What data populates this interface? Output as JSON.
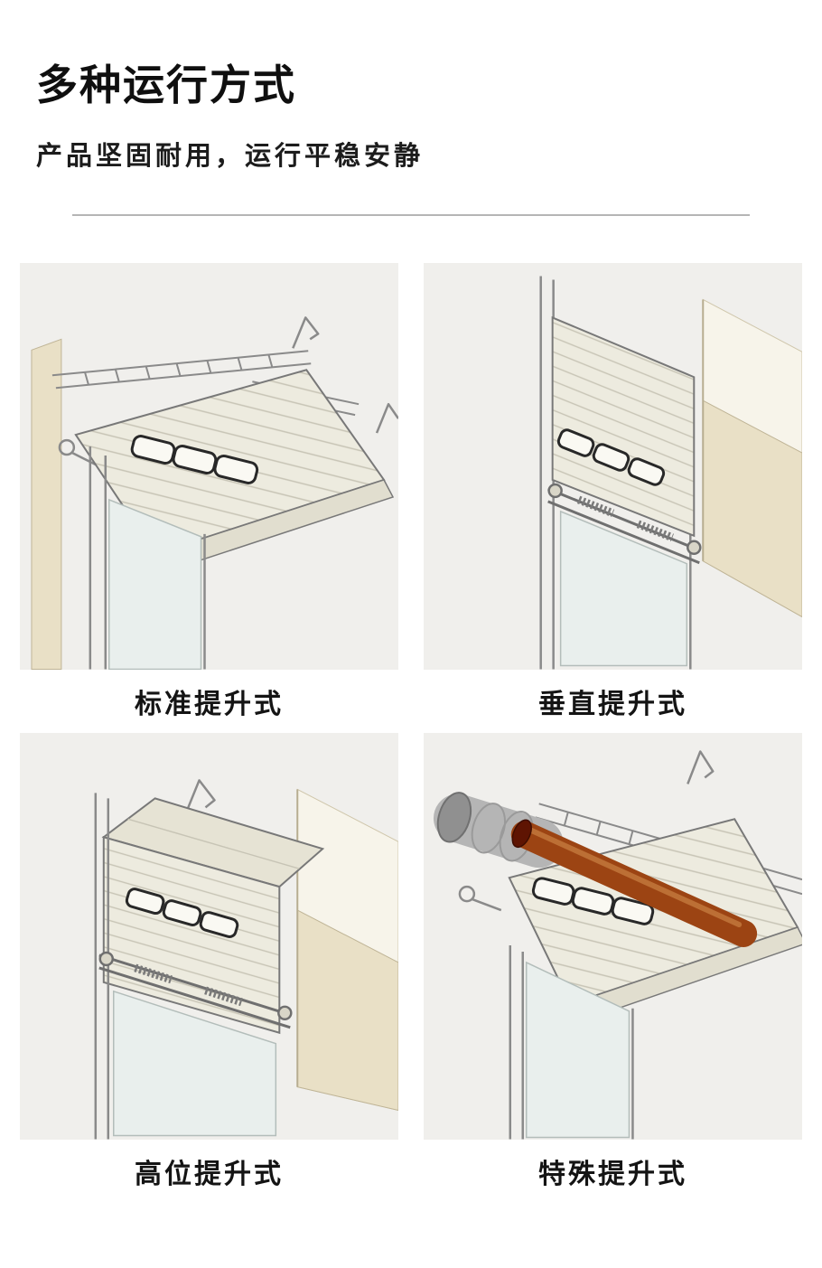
{
  "page": {
    "title": "多种运行方式",
    "subtitle": "产品坚固耐用，运行平稳安静"
  },
  "panels": [
    {
      "caption": "标准提升式",
      "type": "standard-lift"
    },
    {
      "caption": "垂直提升式",
      "type": "vertical-lift"
    },
    {
      "caption": "高位提升式",
      "type": "high-lift"
    },
    {
      "caption": "特殊提升式",
      "type": "special-lift"
    }
  ],
  "colors": {
    "background": "#ffffff",
    "panel_background": "#f0efec",
    "wall_beige": "#e9e0c6",
    "door_panel": "#edebdf",
    "glass": "#e9efed",
    "line_gray": "#8a8a8a",
    "pipe_brown": "#9c4413",
    "pipe_cap": "#5e1402",
    "text": "#111111"
  }
}
